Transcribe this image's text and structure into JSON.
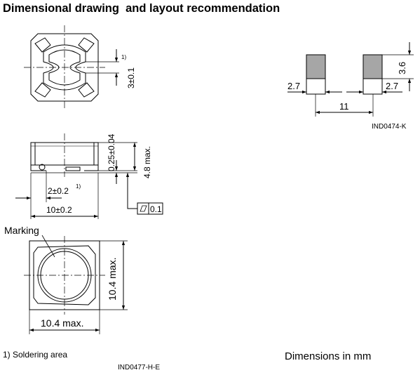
{
  "title": "Dimensional drawing  and layout recommendation",
  "top_view": {
    "height_dim": "3±0.1",
    "footnote_ref": "1)"
  },
  "side_view": {
    "offset_dim": "0.25±0.04",
    "height_dim": "4.8 max.",
    "solder_dim": "2±0.2",
    "solder_ref": "1)",
    "length_dim": "10±0.2",
    "flatness": "0.1"
  },
  "bottom_view": {
    "marking_label": "Marking",
    "width_dim": "10.4 max.",
    "height_dim": "10.4 max."
  },
  "layout": {
    "pad_height": "3.6",
    "left_pad_width": "2.7",
    "right_pad_width": "2.7",
    "span": "11",
    "code": "IND0474-K"
  },
  "footnote": "1) Soldering area",
  "drawing_code": "IND0477-H-E",
  "units": "Dimensions in mm",
  "colors": {
    "pad_fill": "#a6a6a6",
    "line": "#000000"
  }
}
